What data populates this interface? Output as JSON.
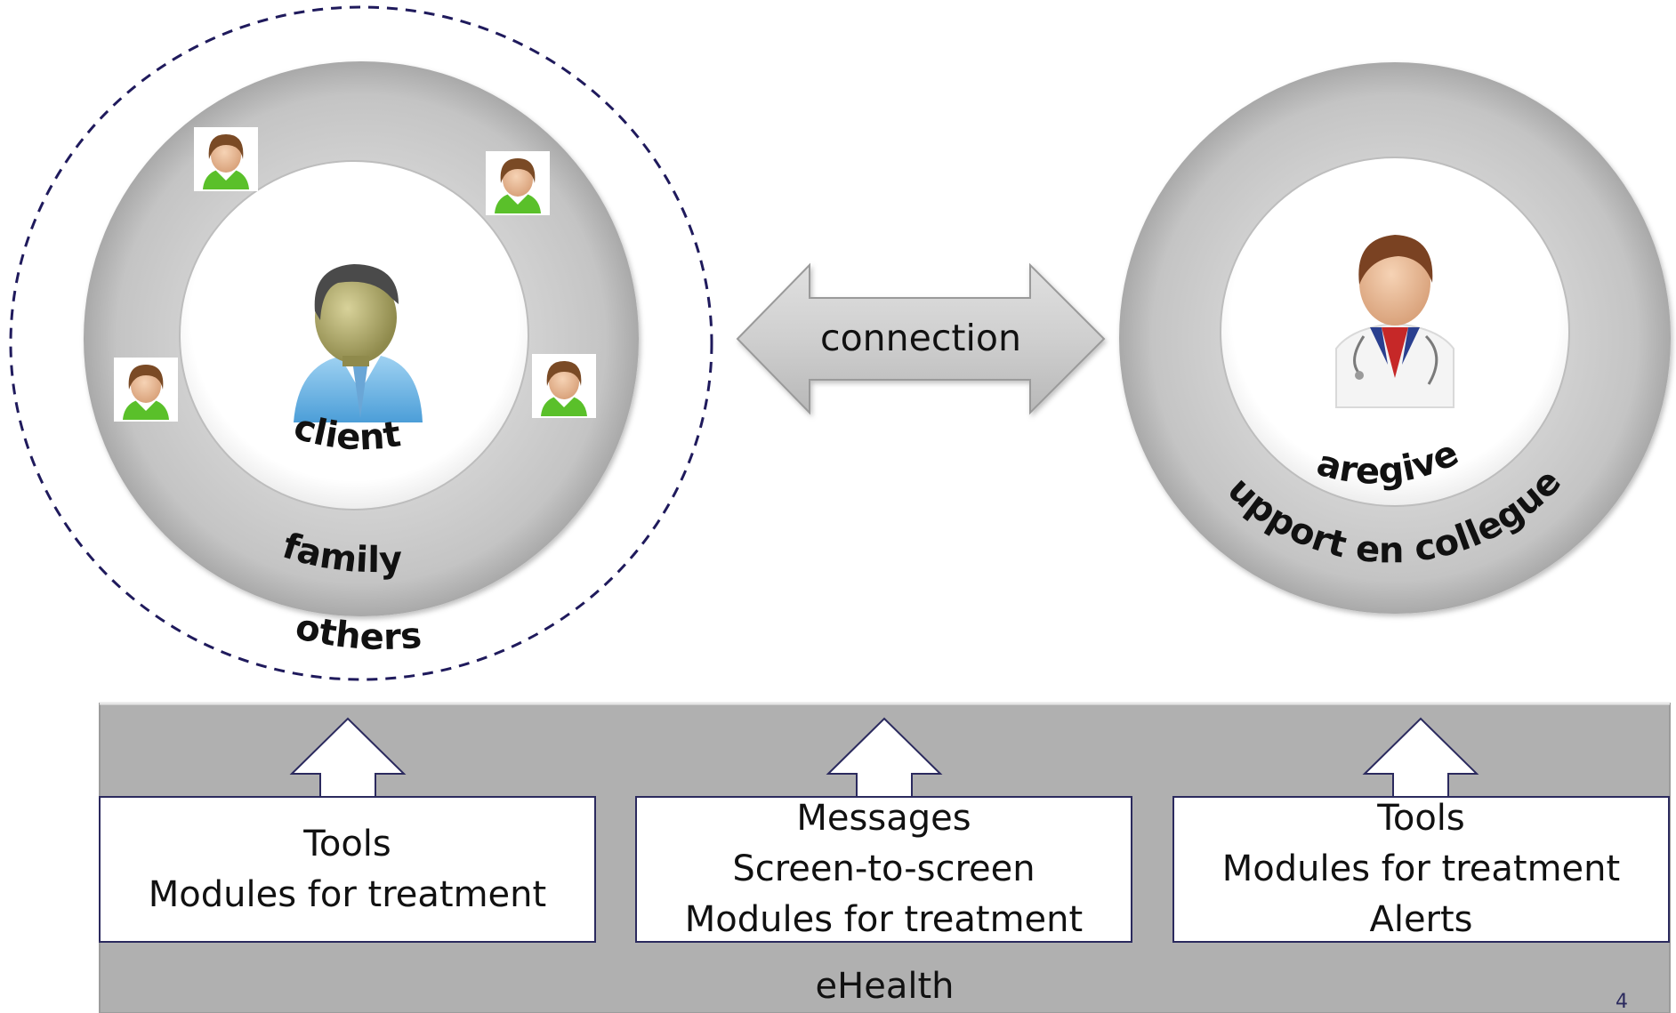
{
  "left_group": {
    "center_label": "client",
    "ring_label": "family",
    "outer_label": "others"
  },
  "right_group": {
    "center_label": "caregiver",
    "ring_label": "support en collegues"
  },
  "connection_label": "connection",
  "platform_label": "eHealth",
  "boxes": [
    {
      "lines": [
        "Tools",
        "Modules for treatment"
      ]
    },
    {
      "lines": [
        "Messages",
        "Screen-to-screen",
        "Modules for treatment"
      ]
    },
    {
      "lines": [
        "Tools",
        "Modules for treatment",
        "Alerts"
      ]
    }
  ],
  "page_number": "4",
  "icons": {
    "client": "client-person-icon",
    "family": "family-member-icon",
    "caregiver": "doctor-icon"
  },
  "colors": {
    "ring_gray": "#c9c9c9",
    "platform_gray": "#b0b0b0",
    "dash_navy": "#1f1a5c",
    "box_border": "#2b2a5e"
  }
}
